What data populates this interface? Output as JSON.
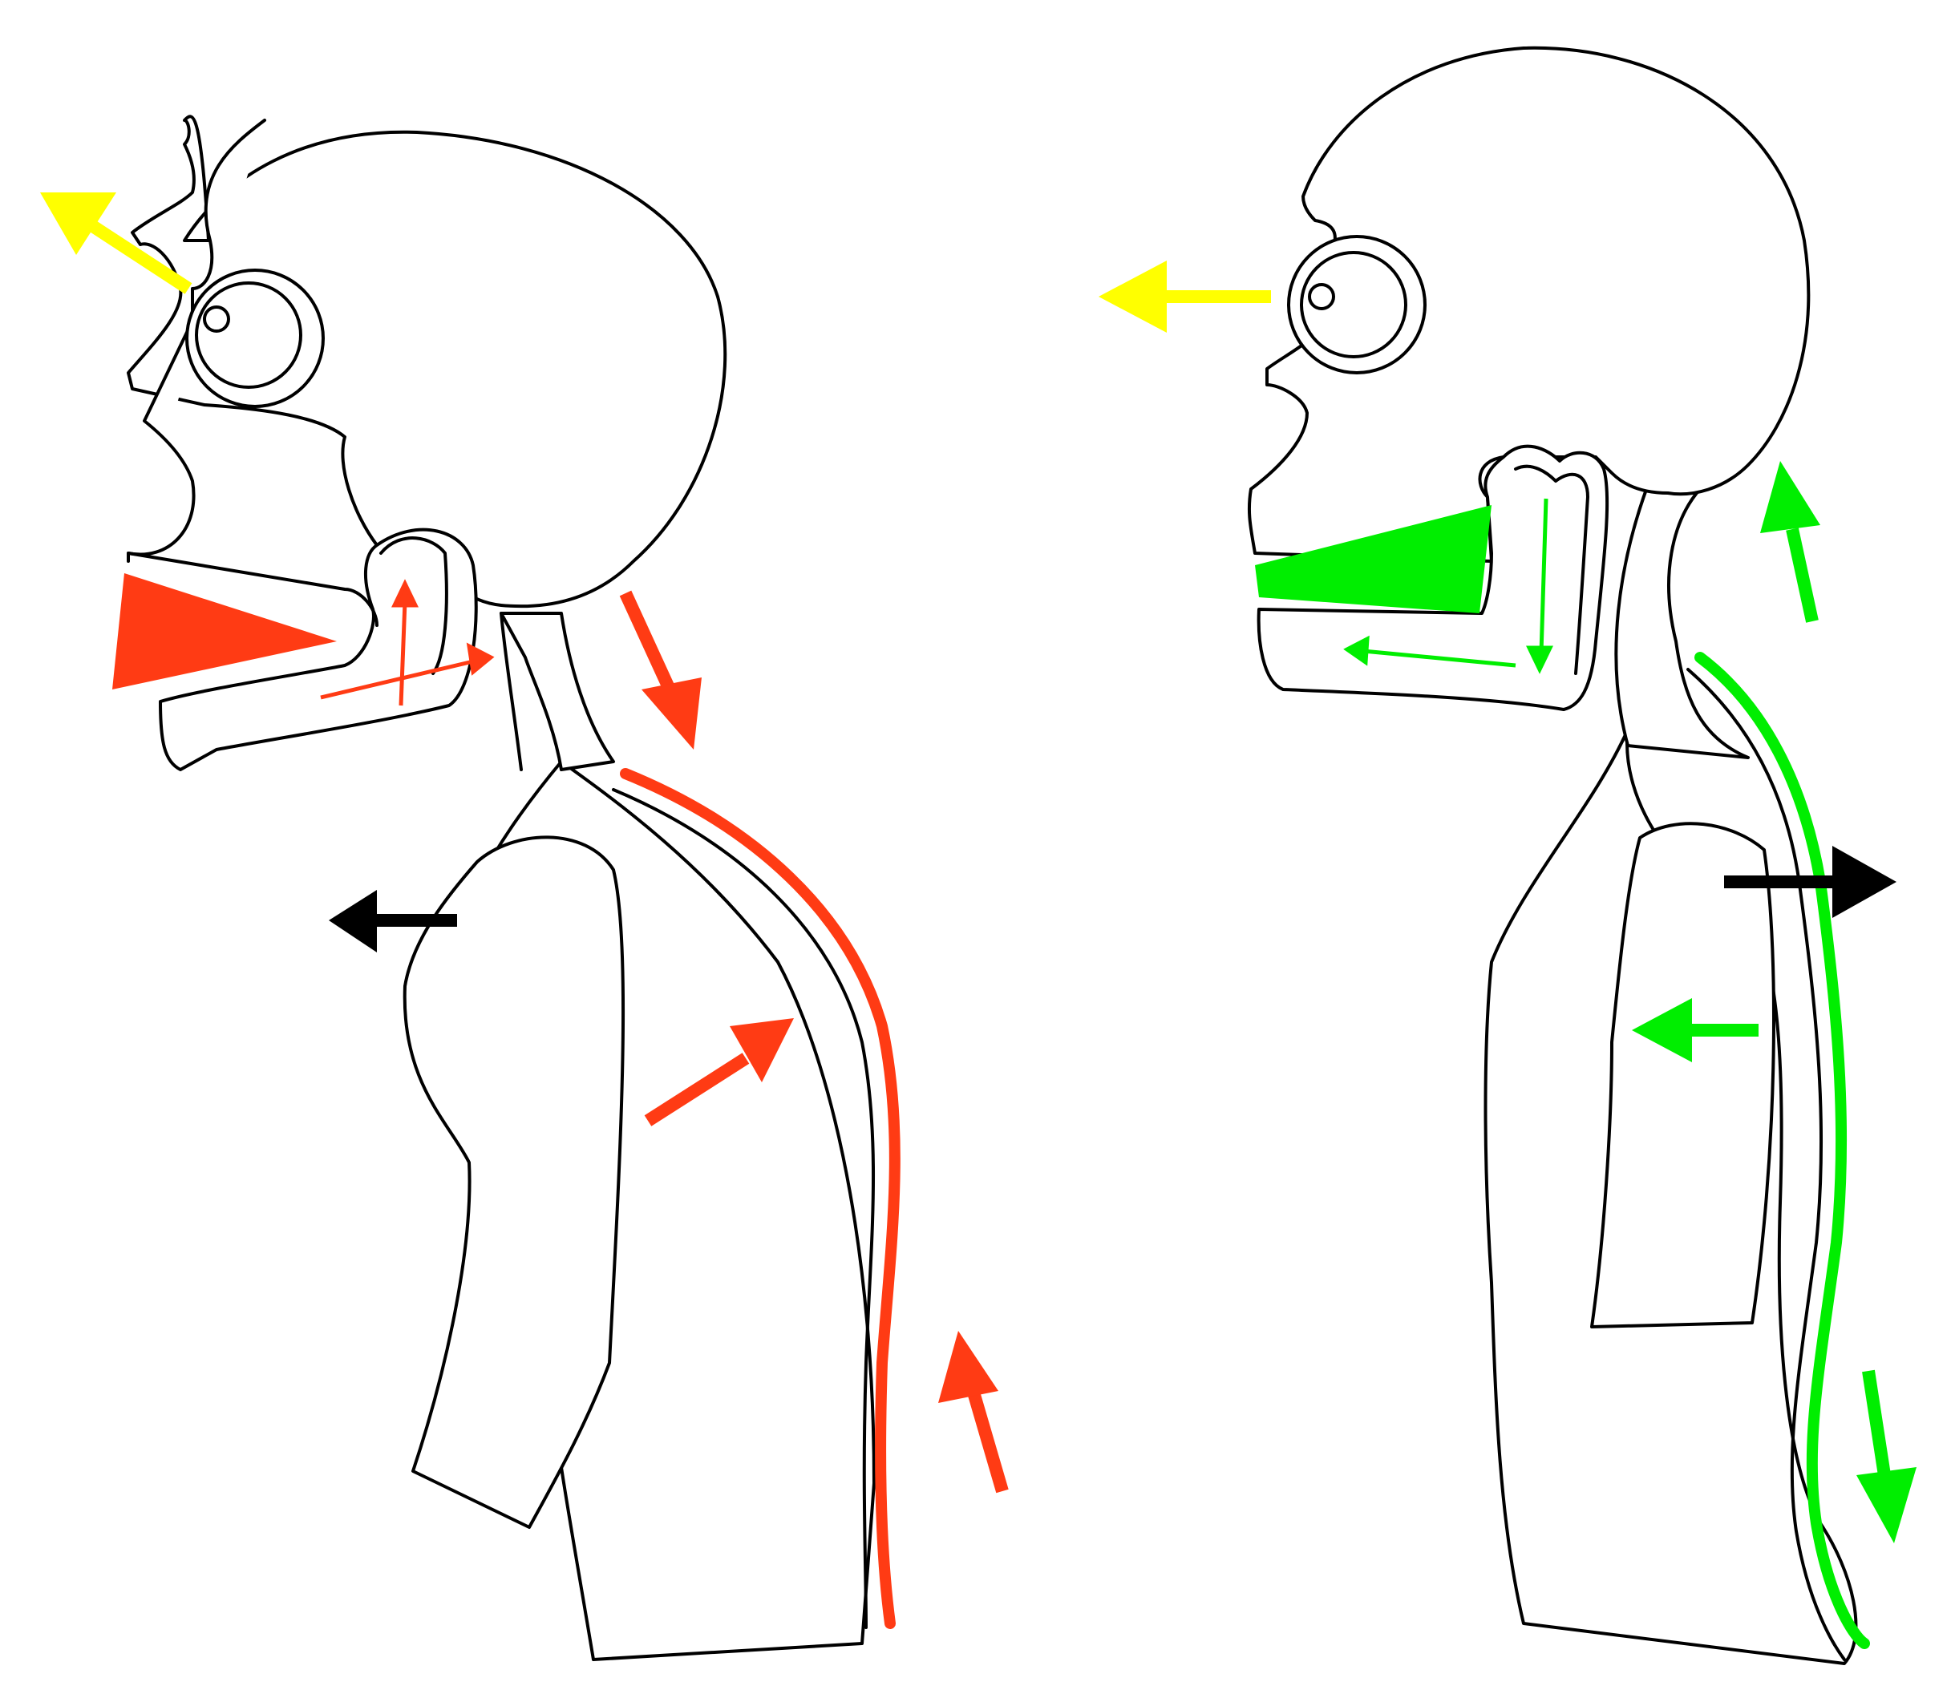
{
  "colors": {
    "outline": "#000000",
    "background": "#ffffff",
    "poor_posture": "#ff3b14",
    "good_posture": "#00ee00",
    "gaze": "#ffff00",
    "body_shift": "#000000"
  },
  "figures": [
    {
      "name": "figure-poor-posture",
      "description_color_key": "poor_posture"
    },
    {
      "name": "figure-good-posture",
      "description_color_key": "good_posture"
    }
  ],
  "icons": [
    "gaze-arrow-icon",
    "body-shift-arrow-icon",
    "muscle-tension-arrow-icon",
    "jaw-muscle-wedge-icon",
    "spine-line-icon"
  ]
}
